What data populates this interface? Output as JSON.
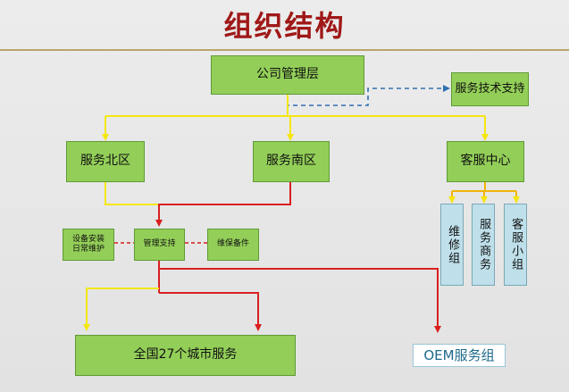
{
  "title": "组织结构",
  "nodes": {
    "mgmt": "公司管理层",
    "tech": "服务技术支持",
    "north": "服务北区",
    "south": "服务南区",
    "cs": "客服中心",
    "maint": "维修组",
    "biz": "服务商务",
    "cs_team": "客服小组",
    "install": "设备安装\n日常维护",
    "mgmt_support": "管理支持",
    "repair_parts": "维保备件",
    "cities": "全国27个城市服务",
    "oem": "OEM服务组"
  },
  "colors": {
    "title": "#a01818",
    "box_green": "#93cf58",
    "box_blue": "#bfe0ea",
    "line_yellow": "#f5e60f",
    "line_red": "#d91f1f",
    "line_blue_dashed": "#2f6fb3"
  }
}
